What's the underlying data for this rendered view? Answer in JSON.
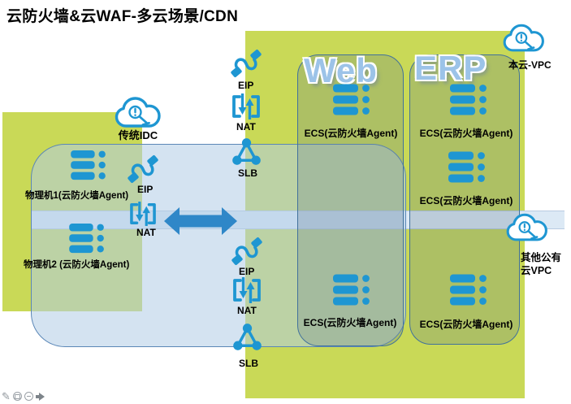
{
  "title": "云防火墙&云WAF-多云场景/CDN",
  "colors": {
    "olive_zone": "#c9d957",
    "icon_blue": "#1e96d2",
    "arrow_blue": "#2f87c8",
    "zone_border_blue": "#41719c",
    "vpc_zone_fill": "#d8e4f1",
    "wordart_text": "#9cc3e8"
  },
  "idc": {
    "cloud_label": "传统IDC",
    "server1_label": "物理机1(云防火墙Agent)",
    "server2_label": "物理机2 (云防火墙Agent)",
    "eip_label": "EIP",
    "nat_label": "NAT"
  },
  "gateway_top": {
    "eip_label": "EIP",
    "nat_label": "NAT",
    "slb_label": "SLB"
  },
  "gateway_bottom": {
    "eip_label": "EIP",
    "nat_label": "NAT",
    "slb_label": "SLB"
  },
  "web_column": {
    "title": "Web",
    "ecs1_label": "ECS(云防火墙Agent)",
    "ecs2_label": "ECS(云防火墙Agent)"
  },
  "erp_column": {
    "title": "ERP",
    "ecs1_label": "ECS(云防火墙Agent)",
    "ecs2_label": "ECS(云防火墙Agent)",
    "ecs3_label": "ECS(云防火墙Agent)"
  },
  "clouds": {
    "local_vpc_label": "本云-VPC",
    "other_vpc_label_line1": "其他公有",
    "other_vpc_label_line2": "云VPC"
  },
  "toolbar": {
    "icons": [
      "pencil",
      "comment",
      "more",
      "next-arrow"
    ]
  }
}
